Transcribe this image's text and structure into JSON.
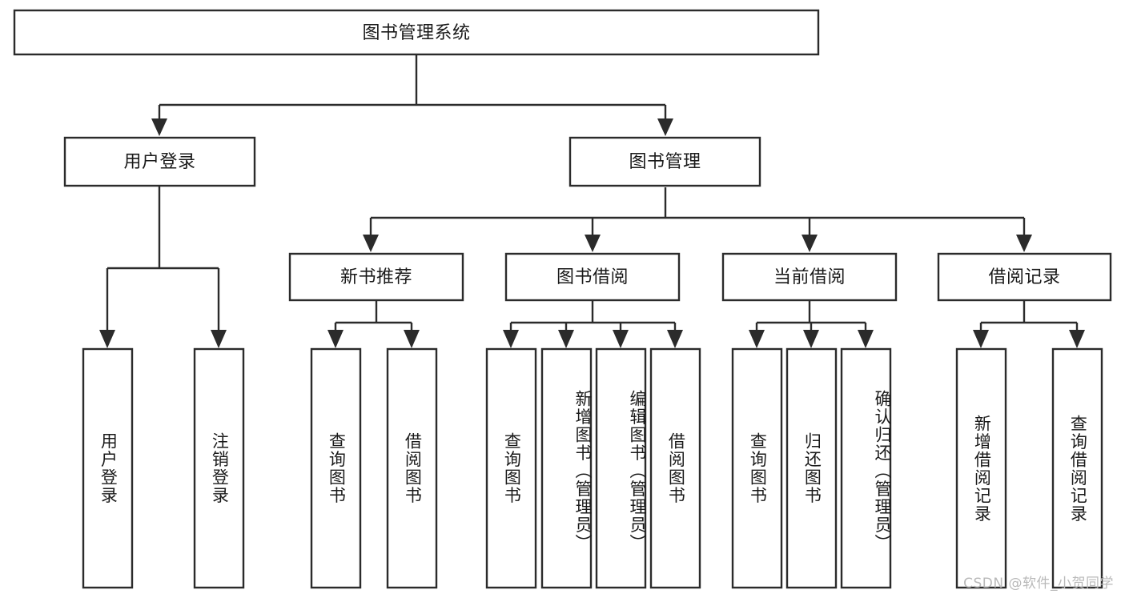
{
  "diagram": {
    "title": "图书管理系统",
    "type": "tree-hierarchy-chart",
    "watermark": "CSDN @软件_小贺同学",
    "colors": {
      "stroke": "#2b2b2b",
      "fill": "#ffffff",
      "text": "#1a1a1a",
      "watermark": "#b9b9b9"
    },
    "root": {
      "label": "图书管理系统"
    },
    "level2": [
      {
        "label": "用户登录"
      },
      {
        "label": "图书管理"
      }
    ],
    "level3": [
      {
        "label": "新书推荐"
      },
      {
        "label": "图书借阅"
      },
      {
        "label": "当前借阅"
      },
      {
        "label": "借阅记录"
      }
    ],
    "leaves": {
      "user_login": [
        {
          "label": "用户登录"
        },
        {
          "label": "注销登录"
        }
      ],
      "new_book_recommend": [
        {
          "label": "查询图书"
        },
        {
          "label": "借阅图书"
        }
      ],
      "book_borrow": [
        {
          "label": "查询图书"
        },
        {
          "label": "新增图书（管理员）"
        },
        {
          "label": "编辑图书（管理员）"
        },
        {
          "label": "借阅图书"
        }
      ],
      "current_borrow": [
        {
          "label": "查询图书"
        },
        {
          "label": "归还图书"
        },
        {
          "label": "确认归还（管理员）"
        }
      ],
      "borrow_record": [
        {
          "label": "新增借阅记录"
        },
        {
          "label": "查询借阅记录"
        }
      ]
    }
  }
}
